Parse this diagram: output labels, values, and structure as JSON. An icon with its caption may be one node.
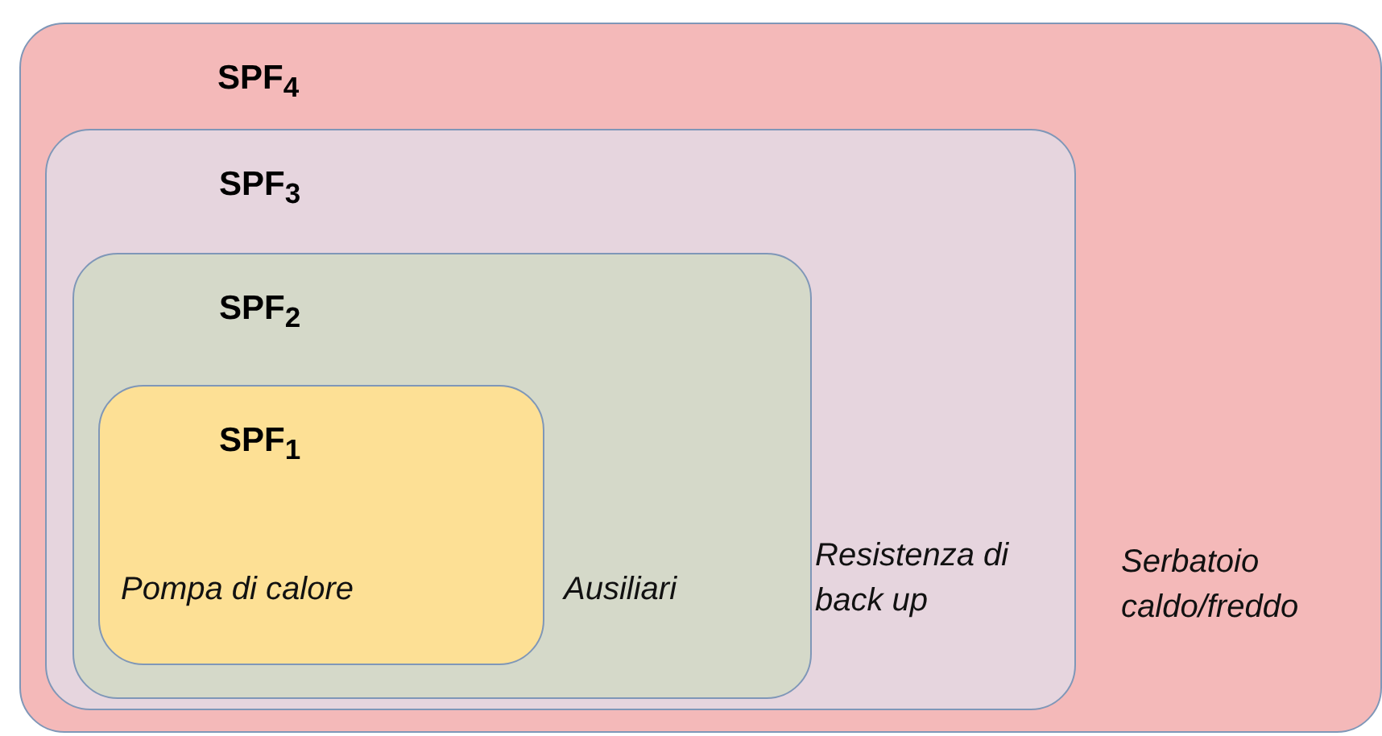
{
  "diagram": {
    "nodes": [
      {
        "text": [
          "SPF$_{4}$",
          "Serbatoio caldo/freddo"
        ]
      },
      {
        "text": [
          "SPF$_{3}$",
          "Resistenza di back up"
        ],
        "in": 0
      },
      {
        "text": [
          "SPF$_{2}$",
          "Ausiliari"
        ],
        "in": 1
      },
      {
        "text": [
          "SPF$_{1}$",
          "Pompa di calore"
        ],
        "in": 2
      }
    ]
  }
}
